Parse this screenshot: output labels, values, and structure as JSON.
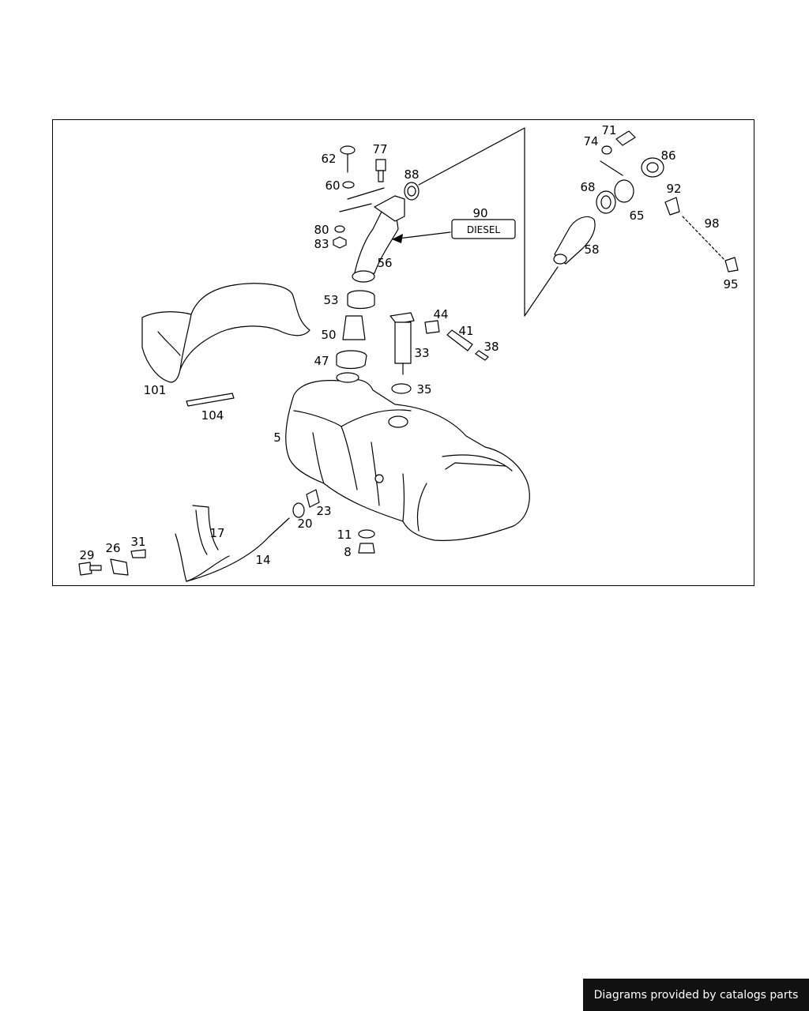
{
  "sign_text": "DIESEL",
  "footer_text": "Diagrams provided by catalogs parts",
  "parts": [
    "71",
    "74",
    "86",
    "62",
    "77",
    "88",
    "60",
    "68",
    "92",
    "65",
    "98",
    "90",
    "80",
    "83",
    "58",
    "56",
    "95",
    "53",
    "44",
    "41",
    "50",
    "38",
    "33",
    "47",
    "101",
    "35",
    "104",
    "5",
    "23",
    "17",
    "20",
    "11",
    "14",
    "31",
    "26",
    "8",
    "29"
  ]
}
